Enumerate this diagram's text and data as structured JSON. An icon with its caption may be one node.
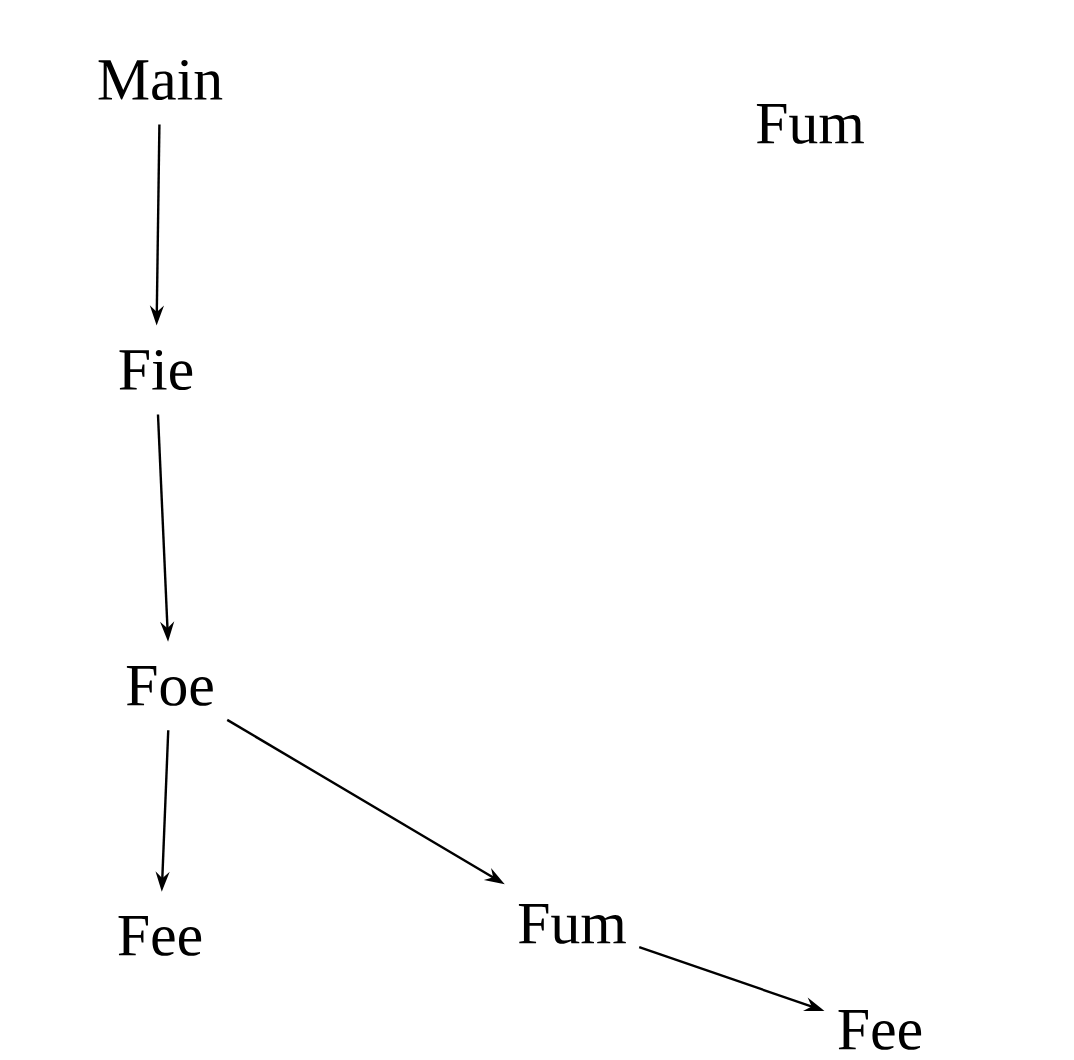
{
  "diagram": {
    "nodes": [
      {
        "text": [
          "Main"
        ]
      },
      {
        "text": [
          "Fum"
        ]
      },
      {
        "text": [
          "Fie"
        ]
      },
      {
        "text": [
          "Foe"
        ]
      },
      {
        "text": [
          "Fee"
        ]
      },
      {
        "text": [
          "Fum"
        ]
      },
      {
        "text": [
          "Fee"
        ]
      }
    ],
    "edges": [
      {
        "from": 0,
        "to": 2,
        "arrow": "to"
      },
      {
        "from": 2,
        "to": 3,
        "arrow": "to"
      },
      {
        "from": 3,
        "to": 4,
        "arrow": "to"
      },
      {
        "from": 3,
        "to": 5,
        "arrow": "to"
      },
      {
        "from": 5,
        "to": 6,
        "arrow": "to"
      }
    ]
  }
}
